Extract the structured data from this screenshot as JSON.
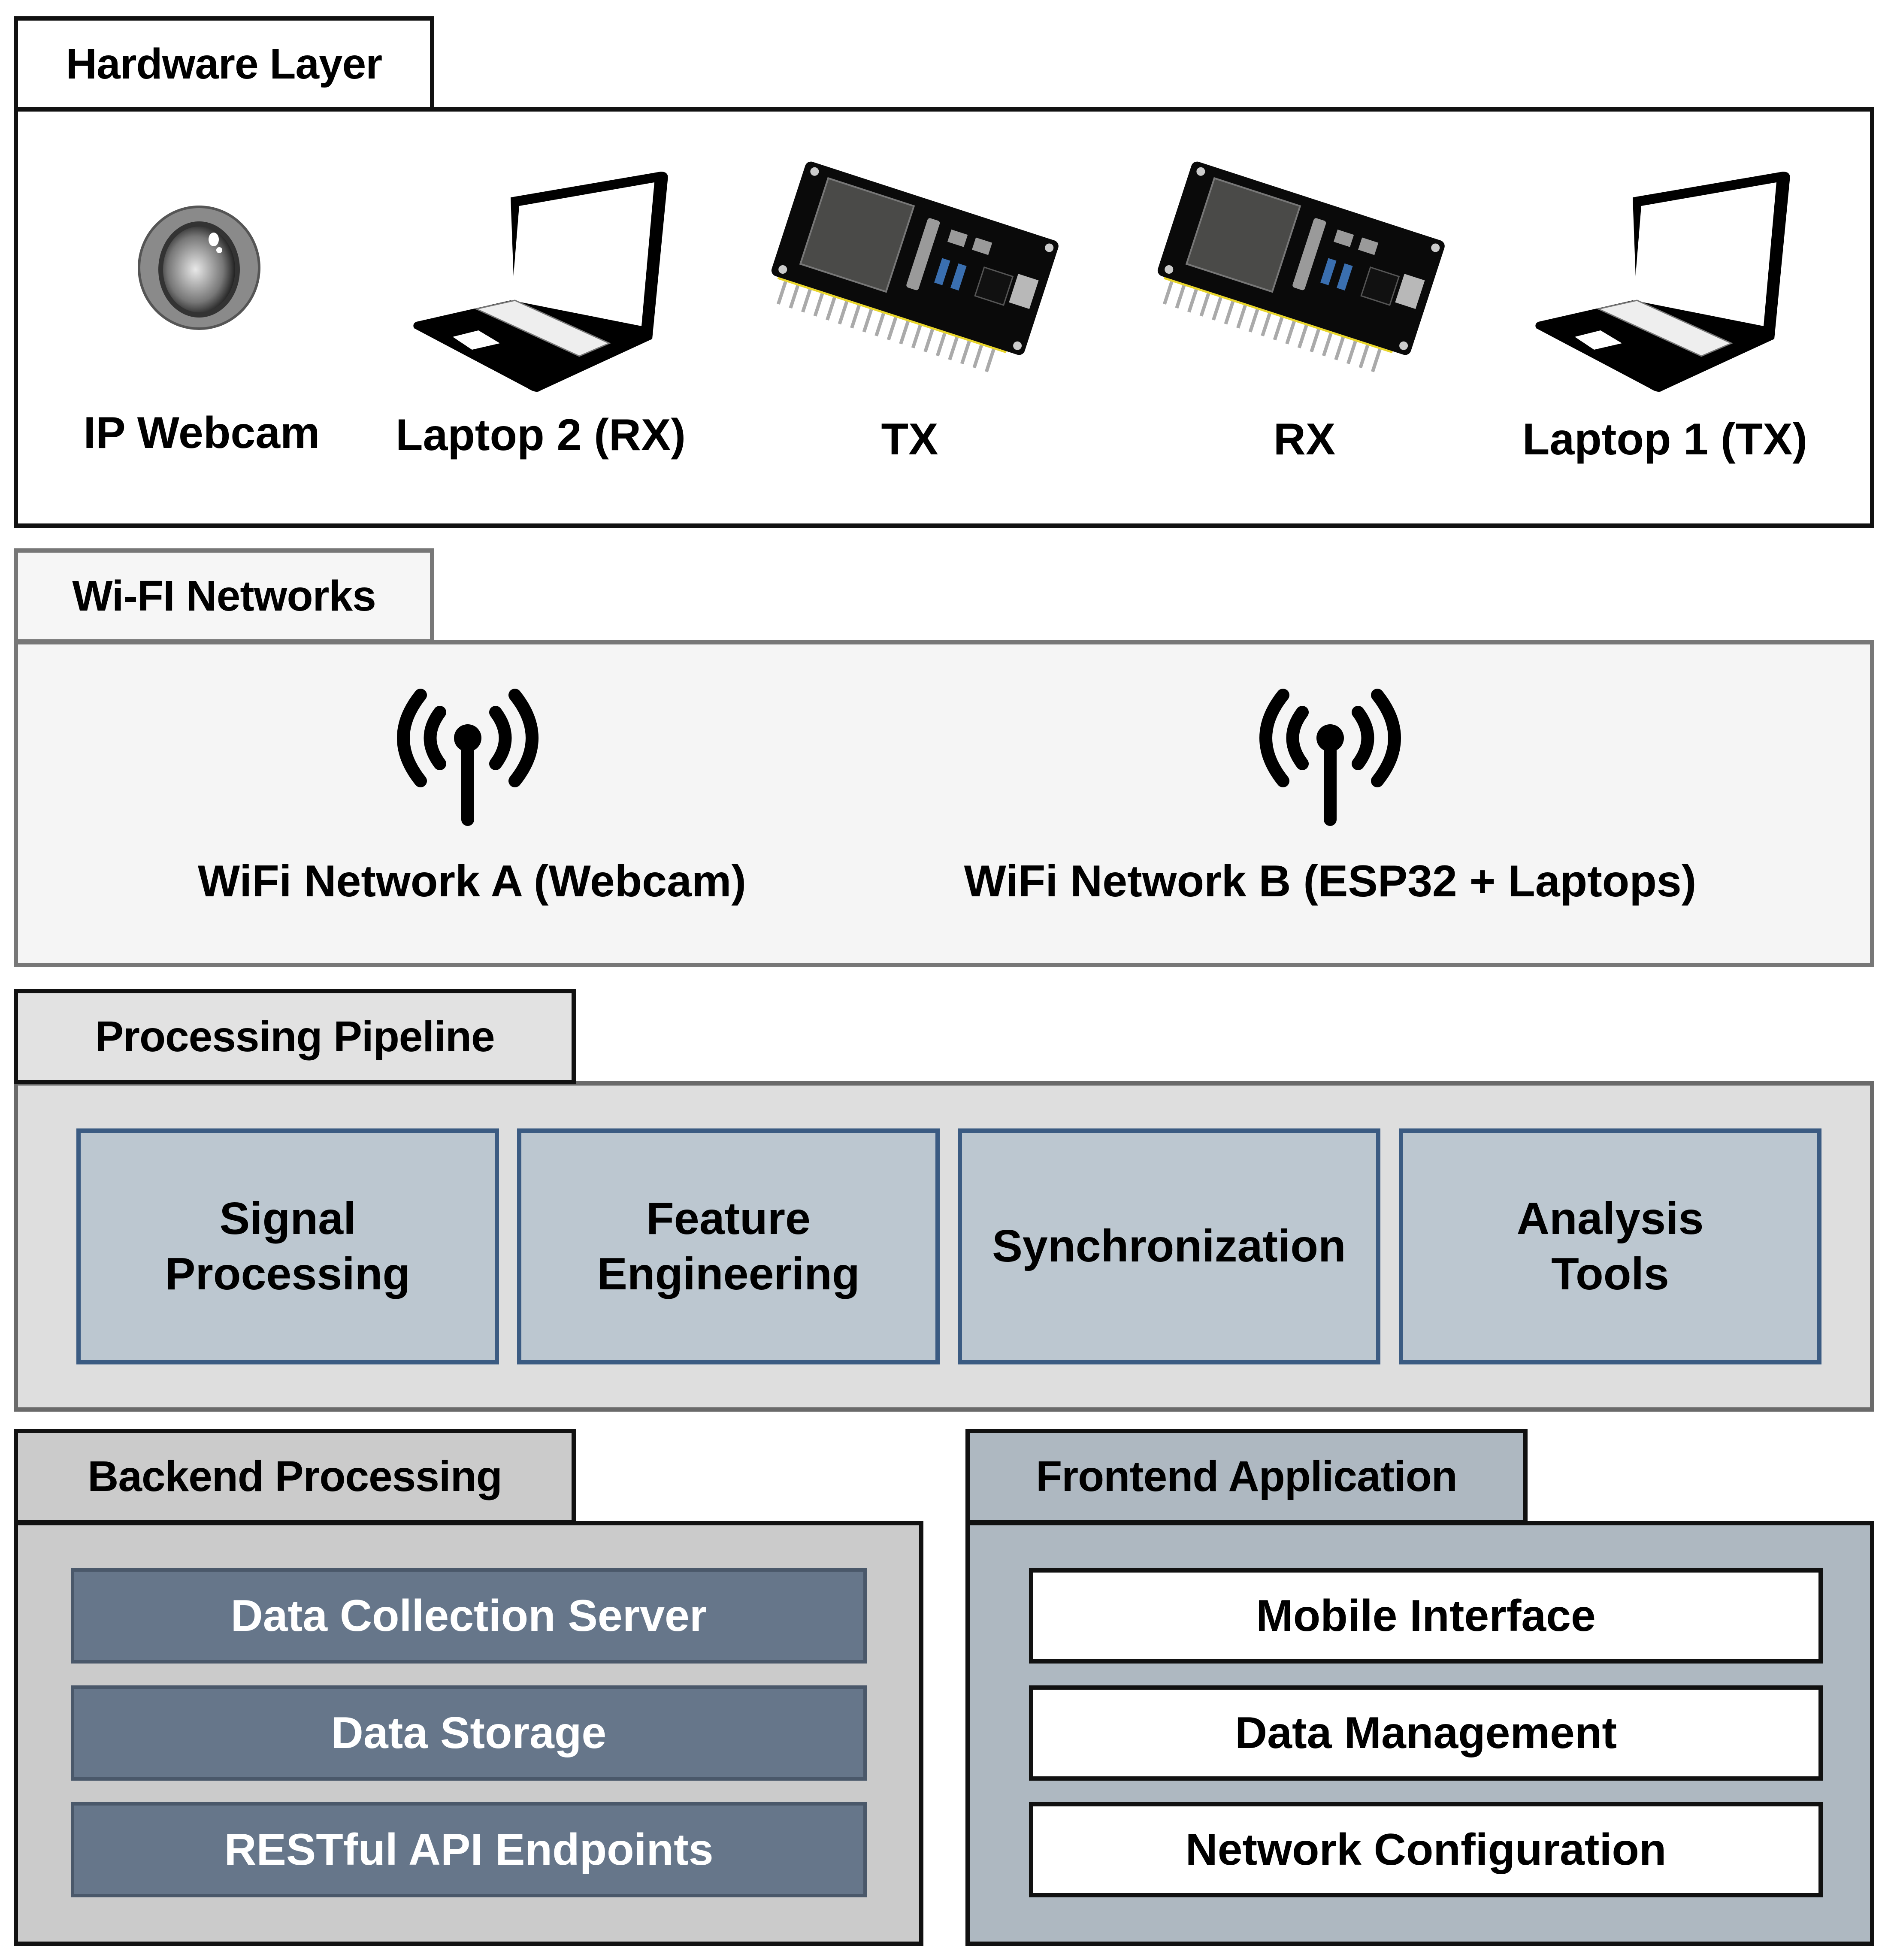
{
  "hardware_layer": {
    "title": "Hardware Layer",
    "devices": [
      {
        "label": "IP Webcam",
        "icon": "webcam-icon"
      },
      {
        "label": "Laptop 2 (RX)",
        "icon": "laptop-icon"
      },
      {
        "label": "TX",
        "icon": "esp32-board-icon"
      },
      {
        "label": "RX",
        "icon": "esp32-board-icon"
      },
      {
        "label": "Laptop 1 (TX)",
        "icon": "laptop-icon"
      }
    ]
  },
  "wifi_networks": {
    "title": "Wi-FI Networks",
    "networks": [
      {
        "label": "WiFi Network A (Webcam)",
        "icon": "antenna-icon"
      },
      {
        "label": "WiFi Network B (ESP32 + Laptops)",
        "icon": "antenna-icon"
      }
    ]
  },
  "processing_pipeline": {
    "title": "Processing Pipeline",
    "stages": [
      {
        "line1": "Signal",
        "line2": "Processing"
      },
      {
        "line1": "Feature",
        "line2": "Engineering"
      },
      {
        "line1": "Synchronization",
        "line2": ""
      },
      {
        "line1": "Analysis",
        "line2": "Tools"
      }
    ]
  },
  "backend_processing": {
    "title": "Backend Processing",
    "items": [
      "Data Collection Server",
      "Data Storage",
      "RESTful API Endpoints"
    ]
  },
  "frontend_application": {
    "title": "Frontend Application",
    "items": [
      "Mobile Interface",
      "Data Management",
      "Network Configuration"
    ]
  },
  "colors": {
    "pipeline_stage_fill": "#bcc7d0",
    "pipeline_stage_border": "#3b5b82",
    "backend_item_fill": "#66768a",
    "frontend_fill": "#aeb8c1",
    "backend_fill": "#cbcbcb"
  }
}
